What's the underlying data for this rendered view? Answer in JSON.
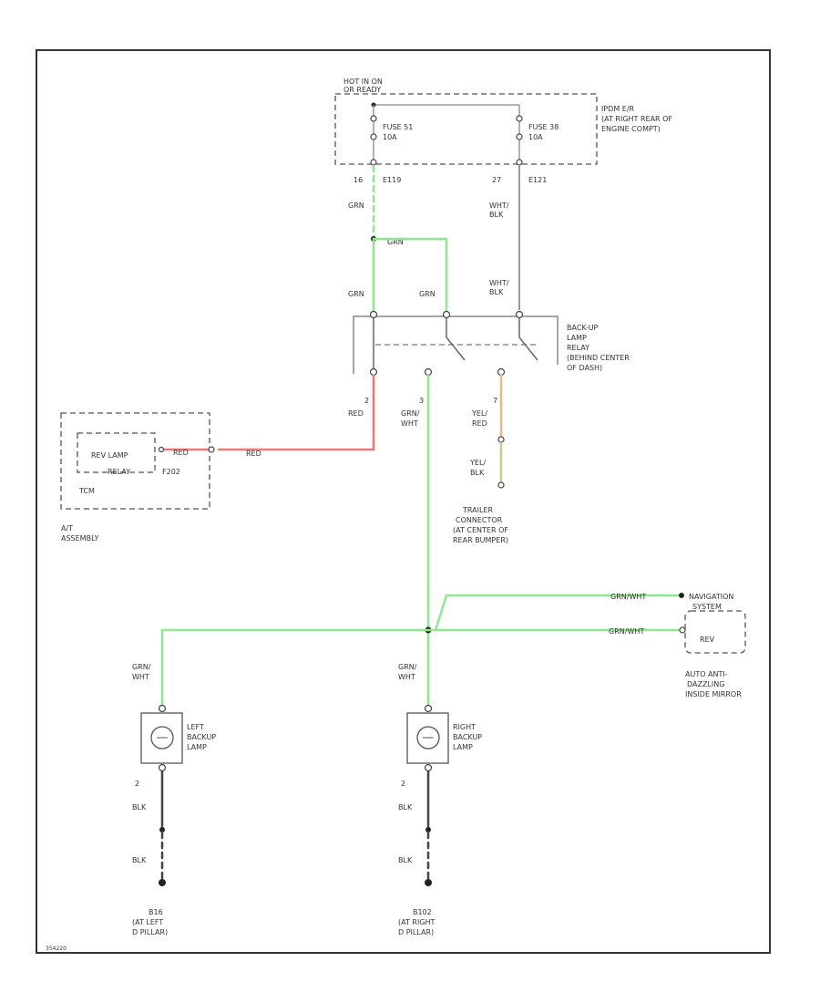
{
  "colors": {
    "grn": "#8ee88e",
    "red": "#ee7777",
    "blk": "#444444",
    "yel_red": "#f2b58a",
    "yel_blk": "#c8cc88",
    "gray": "#999999"
  },
  "labels": {
    "hot_in_on_1": "HOT IN ON",
    "hot_in_on_2": "OR READY",
    "fuse1_name": "FUSE 51",
    "fuse1_amp": "10A",
    "fuse2_name": "FUSE 38",
    "fuse2_amp": "10A",
    "ipdm_1": "IPDM E/R",
    "ipdm_2": "(AT RIGHT REAR OF",
    "ipdm_3": "ENGINE COMPT)",
    "pin_16": "16",
    "conn_e119": "E119",
    "pin_27": "27",
    "conn_e121": "E121",
    "wire_grn_1": "GRN",
    "wire_grn_2": "GRN",
    "wire_wht_blk_1a": "WHT/",
    "wire_wht_blk_1b": "BLK",
    "wire_grn_3": "GRN",
    "wire_grn_4": "GRN",
    "wire_wht_blk_2a": "WHT/",
    "wire_wht_blk_2b": "BLK",
    "relay_1": "BACK-UP",
    "relay_2": "LAMP",
    "relay_3": "RELAY",
    "relay_4": "(BEHIND CENTER",
    "relay_5": "OF DASH)",
    "pin_2": "2",
    "wire_red": "RED",
    "pin_3": "3",
    "wire_grn_wht_a": "GRN/",
    "wire_grn_wht_b": "WHT",
    "pin_7": "7",
    "wire_yel_red_a": "YEL/",
    "wire_yel_red_b": "RED",
    "wire_yel_blk_a": "YEL/",
    "wire_yel_blk_b": "BLK",
    "rev_lamp_1": "REV LAMP",
    "rev_lamp_2": "RELAY",
    "wire_red_2": "RED",
    "wire_red_3": "RED",
    "conn_f202": "F202",
    "tcm": "TCM",
    "at_assy_1": "A/T",
    "at_assy_2": "ASSEMBLY",
    "trailer_1": "TRAILER",
    "trailer_2": "CONNECTOR",
    "trailer_3": "(AT CENTER OF",
    "trailer_4": "REAR BUMPER)",
    "wire_grn_wht_nav": "GRN/WHT",
    "nav_1": "NAVIGATION",
    "nav_2": "SYSTEM",
    "wire_grn_wht_mir": "GRN/WHT",
    "rev": "REV",
    "mirror_1": "AUTO ANTI-",
    "mirror_2": "DAZZLING",
    "mirror_3": "INSIDE MIRROR",
    "wire_grn_wht_l_a": "GRN/",
    "wire_grn_wht_l_b": "WHT",
    "wire_grn_wht_r_a": "GRN/",
    "wire_grn_wht_r_b": "WHT",
    "left_lamp_1": "LEFT",
    "left_lamp_2": "BACKUP",
    "left_lamp_3": "LAMP",
    "right_lamp_1": "RIGHT",
    "right_lamp_2": "BACKUP",
    "right_lamp_3": "LAMP",
    "pin_2_left": "2",
    "pin_2_right": "2",
    "wire_blk_l1": "BLK",
    "wire_blk_l2": "BLK",
    "wire_blk_r1": "BLK",
    "wire_blk_r2": "BLK",
    "gnd_left_1": "B16",
    "gnd_left_2": "(AT LEFT",
    "gnd_left_3": "D PILLAR)",
    "gnd_right_1": "B102",
    "gnd_right_2": "(AT RIGHT",
    "gnd_right_3": "D PILLAR)",
    "footer": "354220"
  }
}
